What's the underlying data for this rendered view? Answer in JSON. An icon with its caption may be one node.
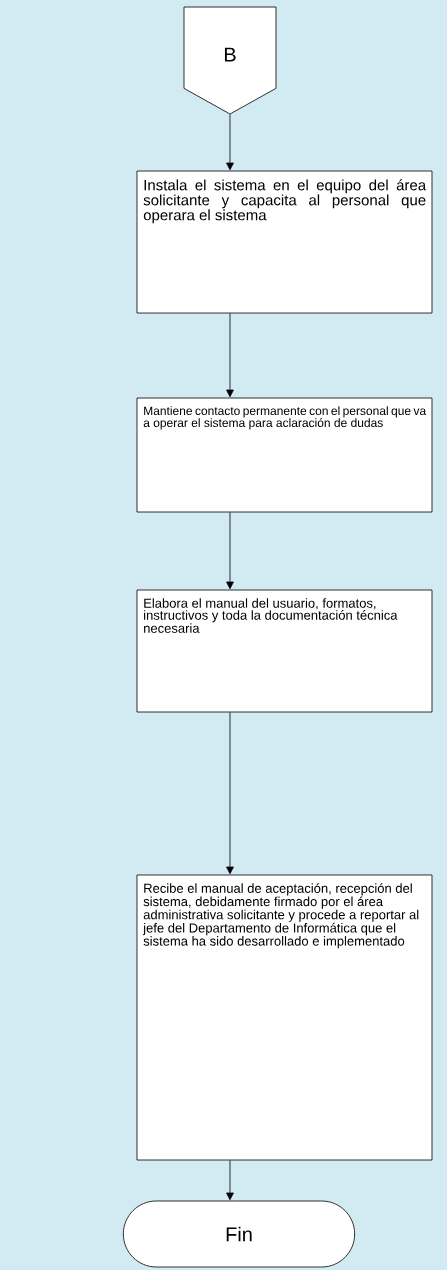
{
  "diagram": {
    "nodes": [
      {
        "text": [
          "B"
        ]
      },
      {
        "text": [
          "Instala el sistema en el equipo del área solicitante y capacita al personal que operara el sistema"
        ]
      },
      {
        "text": [
          "Mantiene contacto permanente con el personal que va a operar el sistema para aclaración de dudas"
        ]
      },
      {
        "text": [
          "Elabora el manual del usuario, formatos, instructivos y toda la documentación técnica necesaria"
        ]
      },
      {
        "text": [
          "Recibe el manual de aceptación, recepción del sistema, debidamente firmado por el área administrativa solicitante y procede a reportar al jefe del Departamento de Informática que el sistema ha sido desarrollado e implementado"
        ]
      },
      {
        "text": [
          "Fin"
        ]
      }
    ],
    "edges": [
      {
        "from": 0,
        "to": 1,
        "arrow": "to"
      },
      {
        "from": 1,
        "to": 2,
        "arrow": "to"
      },
      {
        "from": 2,
        "to": 3,
        "arrow": "to"
      },
      {
        "from": 3,
        "to": 4,
        "arrow": "to"
      },
      {
        "from": 4,
        "to": 5,
        "arrow": "to"
      }
    ]
  }
}
